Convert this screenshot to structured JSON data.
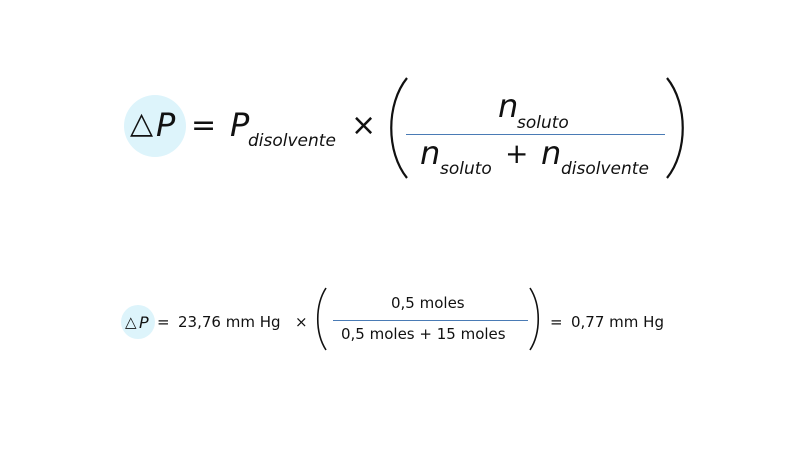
{
  "formula": {
    "delta": "△",
    "p": "P",
    "equals": "=",
    "p_main": "P",
    "sub_solvent": "disolvente",
    "times": "×",
    "n": "n",
    "sub_solute": "soluto",
    "plus": "+"
  },
  "example": {
    "delta": "△",
    "p": "P",
    "equals": "=",
    "pressure": "23,76 mm Hg",
    "times": "×",
    "numerator": "0,5 moles",
    "denominator": "0,5 moles + 15 moles",
    "equals2": "=",
    "result": "0,77 mm Hg"
  },
  "colors": {
    "highlight": "#ddf4fb",
    "fraction_bar": "#4a7bb5",
    "text": "#111111"
  }
}
